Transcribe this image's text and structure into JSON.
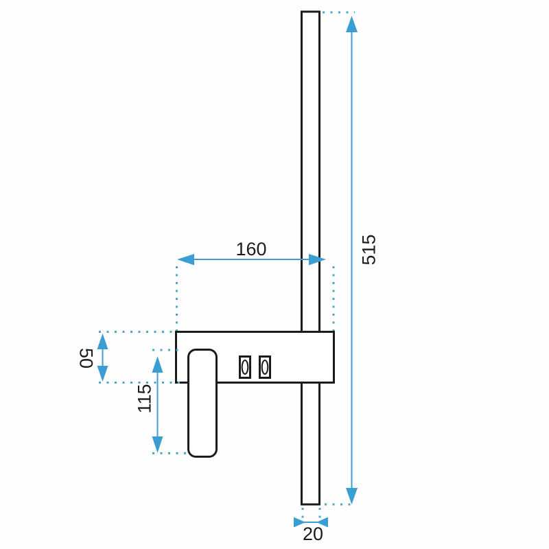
{
  "labels": {
    "total_height": "515",
    "bracket_width": "160",
    "bracket_height": "50",
    "head_length": "115",
    "tube_width": "20"
  },
  "colors": {
    "dimension": "#3a9ed2",
    "dots": "#4fa6c6",
    "outline": "#1b1b1b",
    "bg": "#fefefe"
  }
}
